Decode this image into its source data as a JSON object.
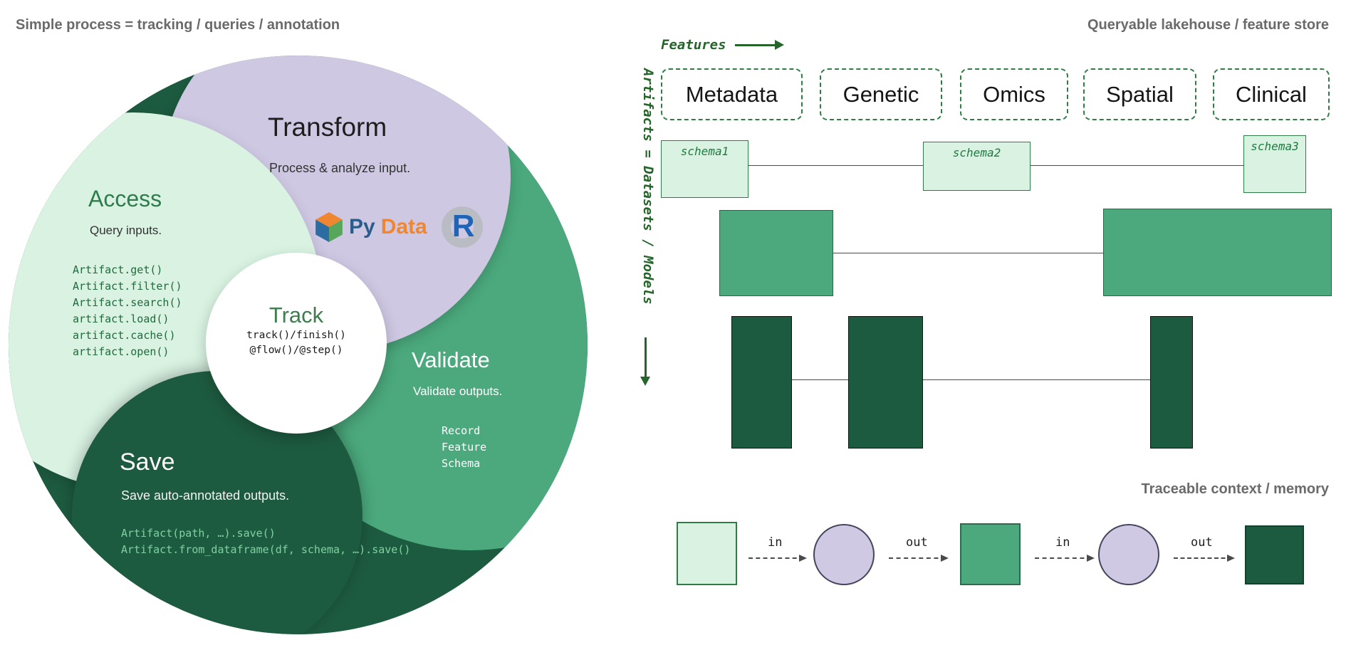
{
  "left": {
    "title": "Simple process = tracking / queries / annotation",
    "transform": {
      "title": "Transform",
      "subtitle": "Process & analyze input.",
      "pydata_py": "Py",
      "pydata_data": "Data",
      "r_label": "R"
    },
    "access": {
      "title": "Access",
      "subtitle": "Query inputs.",
      "code": [
        "Artifact.get()",
        "Artifact.filter()",
        "Artifact.search()",
        "artifact.load()",
        "artifact.cache()",
        "artifact.open()"
      ]
    },
    "track": {
      "title": "Track",
      "lines": [
        "track()/finish()",
        "@flow()/@step()"
      ]
    },
    "validate": {
      "title": "Validate",
      "subtitle": "Validate outputs.",
      "items": [
        "Record",
        "Feature",
        "Schema"
      ]
    },
    "save": {
      "title": "Save",
      "subtitle": "Save auto-annotated outputs.",
      "code": [
        "Artifact(path, …).save()",
        "Artifact.from_dataframe(df, schema, …).save()"
      ]
    }
  },
  "right": {
    "lakehouse_title": "Queryable lakehouse / feature store",
    "features_axis": "Features",
    "artifacts_axis": "Artifacts = Datasets / Models",
    "feature_boxes": [
      "Metadata",
      "Genetic",
      "Omics",
      "Spatial",
      "Clinical"
    ],
    "schemas": [
      "schema1",
      "schema2",
      "schema3"
    ],
    "memory_title": "Traceable context / memory",
    "flow": {
      "in_label": "in",
      "out_label": "out"
    }
  },
  "colors": {
    "medium_green": "#4ba97d",
    "dark_green": "#1d5b40",
    "light_green": "#d9f2e2",
    "lavender": "#cfc8e3",
    "axis_green": "#25642a",
    "heading_gray": "#6a6a6a"
  }
}
